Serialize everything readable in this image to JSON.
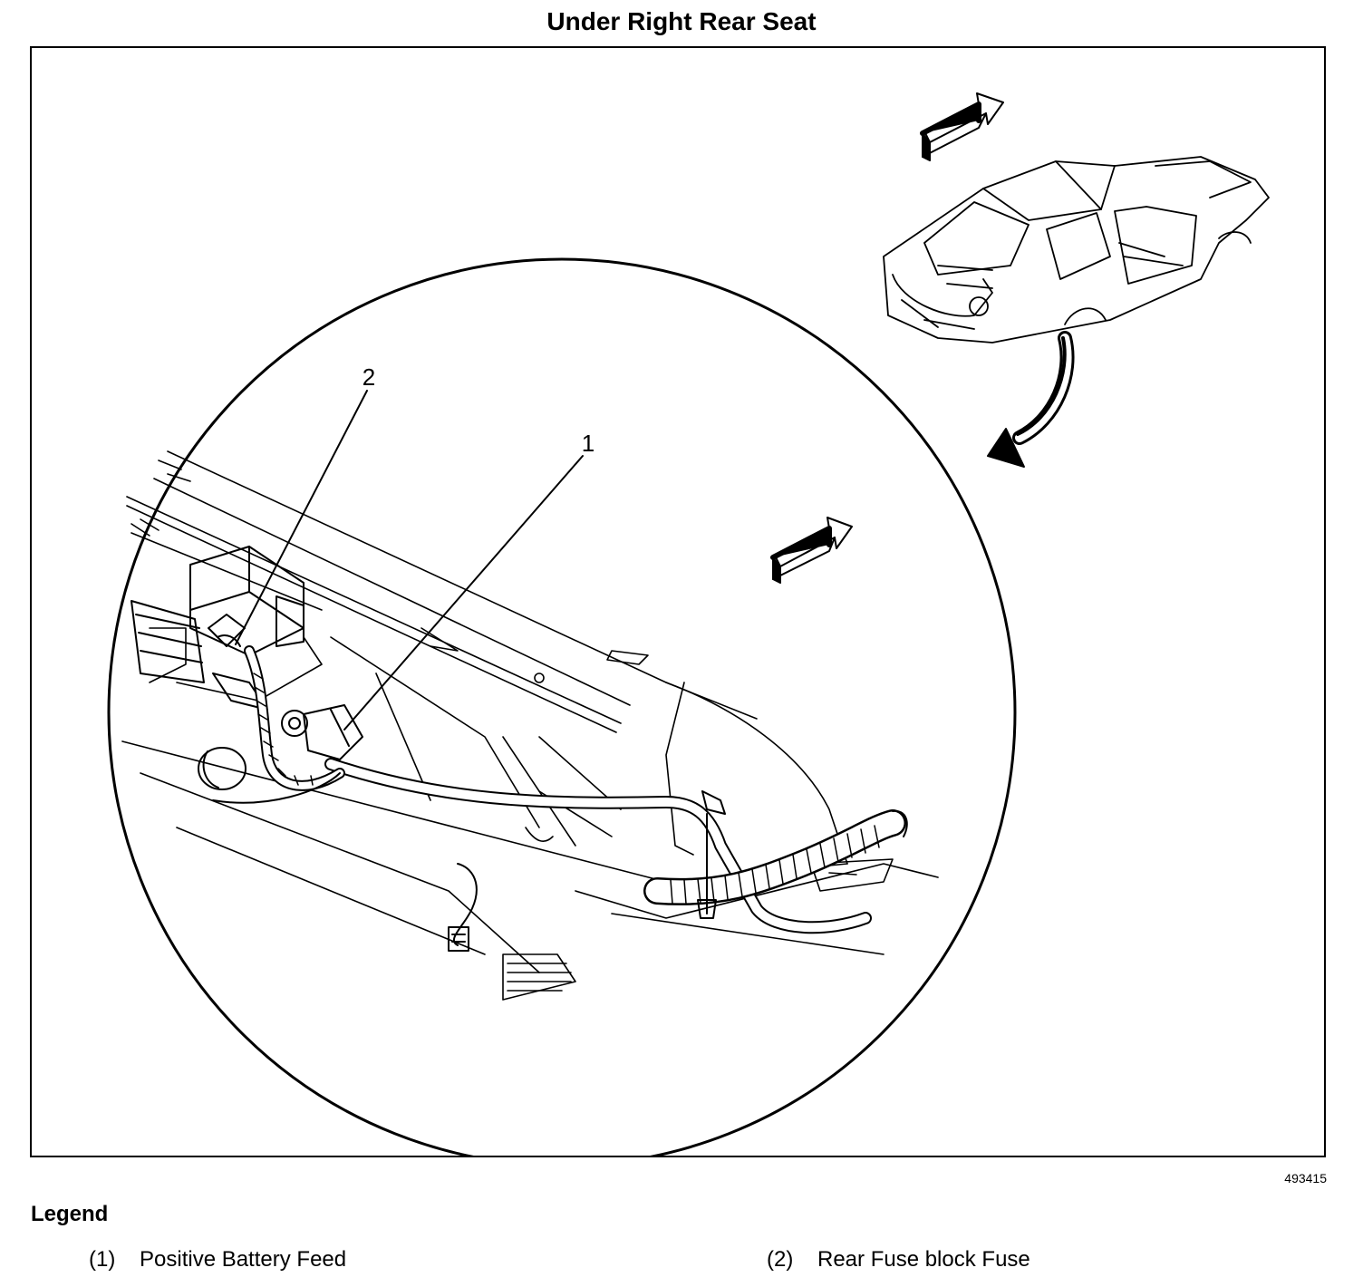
{
  "title": "Under Right Rear Seat",
  "figure_id": "493415",
  "callouts": {
    "c1": "1",
    "c2": "2"
  },
  "legend": {
    "heading": "Legend",
    "items": [
      {
        "num": "(1)",
        "label": "Positive Battery Feed"
      },
      {
        "num": "(2)",
        "label": "Rear Fuse block Fuse"
      }
    ]
  }
}
